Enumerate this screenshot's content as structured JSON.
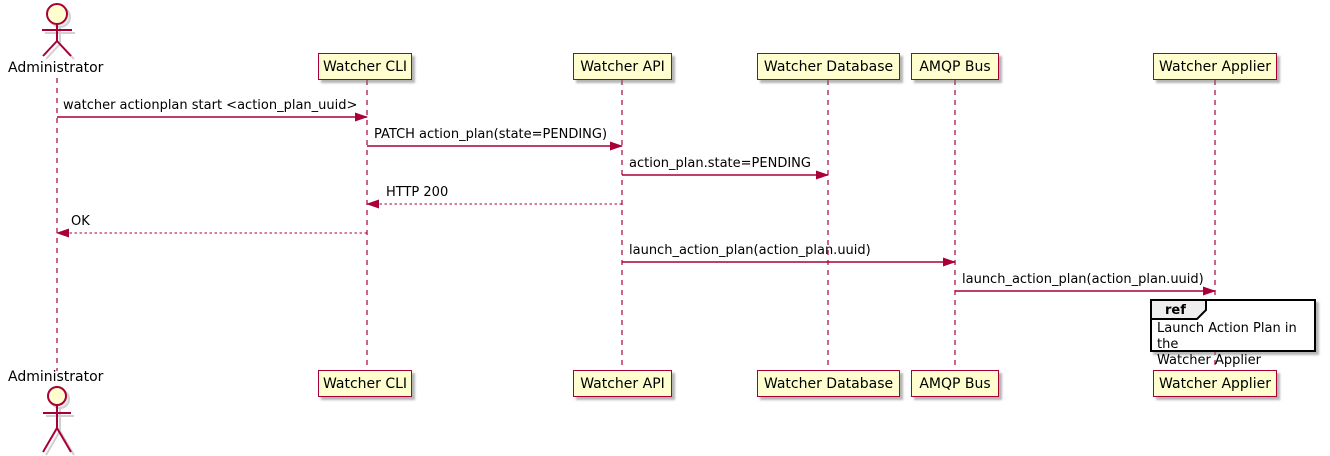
{
  "diagram": {
    "type": "sequence",
    "actor": {
      "name": "Administrator"
    },
    "participants": [
      {
        "label": "Watcher CLI"
      },
      {
        "label": "Watcher API"
      },
      {
        "label": "Watcher Database"
      },
      {
        "label": "AMQP Bus"
      },
      {
        "label": "Watcher Applier"
      }
    ],
    "messages": [
      {
        "from": "Administrator",
        "to": "Watcher CLI",
        "label": "watcher actionplan start <action_plan_uuid>",
        "line": "solid"
      },
      {
        "from": "Watcher CLI",
        "to": "Watcher API",
        "label": "PATCH action_plan(state=PENDING)",
        "line": "solid"
      },
      {
        "from": "Watcher API",
        "to": "Watcher Database",
        "label": "action_plan.state=PENDING",
        "line": "solid"
      },
      {
        "from": "Watcher API",
        "to": "Watcher CLI",
        "label": "HTTP 200",
        "line": "dotted"
      },
      {
        "from": "Watcher CLI",
        "to": "Administrator",
        "label": "OK",
        "line": "dotted"
      },
      {
        "from": "Watcher API",
        "to": "AMQP Bus",
        "label": "launch_action_plan(action_plan.uuid)",
        "line": "solid"
      },
      {
        "from": "AMQP Bus",
        "to": "Watcher Applier",
        "label": "launch_action_plan(action_plan.uuid)",
        "line": "solid"
      }
    ],
    "ref_fragment": {
      "keyword": "ref",
      "lines": [
        "Launch Action Plan in the",
        "Watcher Applier"
      ]
    },
    "colors": {
      "participant_fill": "#FEFECE",
      "stroke": "#A80036",
      "ref_header_fill": "#EEEEEE",
      "ref_border": "#000000",
      "text": "#000000",
      "background": "#FFFFFF"
    }
  }
}
